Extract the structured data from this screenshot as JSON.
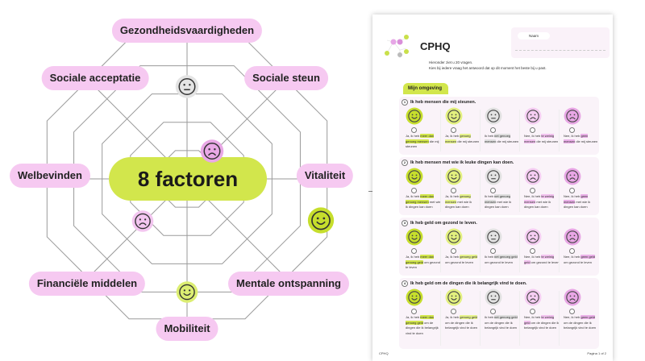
{
  "diagram": {
    "center_label": "8 factoren",
    "factors": [
      "Gezondheidsvaardigheden",
      "Sociale steun",
      "Vitaliteit",
      "Mentale ontspanning",
      "Mobiliteit",
      "Financiële middelen",
      "Welbevinden",
      "Sociale acceptatie"
    ],
    "colors": {
      "label_bg": "#f6c9f1",
      "center_bg": "#d2e64c",
      "web": "#9a9a9a"
    }
  },
  "document": {
    "title": "CPHQ",
    "name_label": "Naam",
    "intro": [
      "Hieronder ziet u 20 vragen.",
      "Kies bij iedere vraag het antwoord dat op dit moment het beste bij u past."
    ],
    "section": "Mijn omgeving",
    "questions": [
      {
        "number": "1",
        "text": "Ik heb mensen die mij steunen.",
        "options": [
          {
            "pre": "Ja, ik heb ",
            "hl": "meer dan genoeg mensen",
            "post": " die mij steunen"
          },
          {
            "pre": "Ja, ik heb ",
            "hl": "genoeg mensen",
            "post": " die mij steunen"
          },
          {
            "pre": "Ik heb ",
            "hl": "net genoeg mensen",
            "post": " die mij steunen"
          },
          {
            "pre": "Nee, ik heb ",
            "hl": "te weinig mensen",
            "post": " die mij steunen"
          },
          {
            "pre": "Nee, ik heb ",
            "hl": "geen mensen",
            "post": " die mij steunen"
          }
        ]
      },
      {
        "number": "2",
        "text": "Ik heb mensen met wie ik leuke dingen kan doen.",
        "options": [
          {
            "pre": "Ja, ik heb ",
            "hl": "meer dan genoeg mensen",
            "post": " met wie ik dingen kan doen"
          },
          {
            "pre": "Ja, ik heb ",
            "hl": "genoeg mensen",
            "post": " met wie ik dingen kan doen"
          },
          {
            "pre": "Ik heb ",
            "hl": "net genoeg mensen",
            "post": " met wie ik dingen kan doen"
          },
          {
            "pre": "Nee, ik heb ",
            "hl": "te weinig mensen",
            "post": " met wie ik dingen kan doen"
          },
          {
            "pre": "Nee, ik heb ",
            "hl": "geen mensen",
            "post": " met wie ik dingen kan doen"
          }
        ]
      },
      {
        "number": "3",
        "text": "Ik heb geld om gezond te leven.",
        "options": [
          {
            "pre": "Ja, ik heb ",
            "hl": "meer dan genoeg geld",
            "post": " om gezond te leven"
          },
          {
            "pre": "Ja, ik heb ",
            "hl": "genoeg geld",
            "post": " om gezond te leven"
          },
          {
            "pre": "Ik heb ",
            "hl": "net genoeg geld",
            "post": " om gezond te leven"
          },
          {
            "pre": "Nee, ik heb ",
            "hl": "te weinig geld",
            "post": " om gezond te leven"
          },
          {
            "pre": "Nee, ik heb ",
            "hl": "geen geld",
            "post": " om gezond te leven"
          }
        ]
      },
      {
        "number": "4",
        "text": "Ik heb geld om de dingen die ik belangrijk vind te doen.",
        "options": [
          {
            "pre": "Ja, ik heb ",
            "hl": "meer dan genoeg geld",
            "post": " om de dingen die ik belangrijk vind te doen"
          },
          {
            "pre": "Ja, ik heb ",
            "hl": "genoeg geld",
            "post": " om de dingen die ik belangrijk vind te doen"
          },
          {
            "pre": "Ik heb ",
            "hl": "net genoeg geld",
            "post": " om de dingen die ik belangrijk vind te doen"
          },
          {
            "pre": "Nee, ik heb ",
            "hl": "te weinig geld",
            "post": " om de dingen die ik belangrijk vind te doen"
          },
          {
            "pre": "Nee, ik heb ",
            "hl": "geen geld",
            "post": " om de dingen die ik belangrijk vind te doen"
          }
        ]
      }
    ],
    "footer_left": "CPHQ",
    "footer_right": "Pagina 1 of 2"
  }
}
